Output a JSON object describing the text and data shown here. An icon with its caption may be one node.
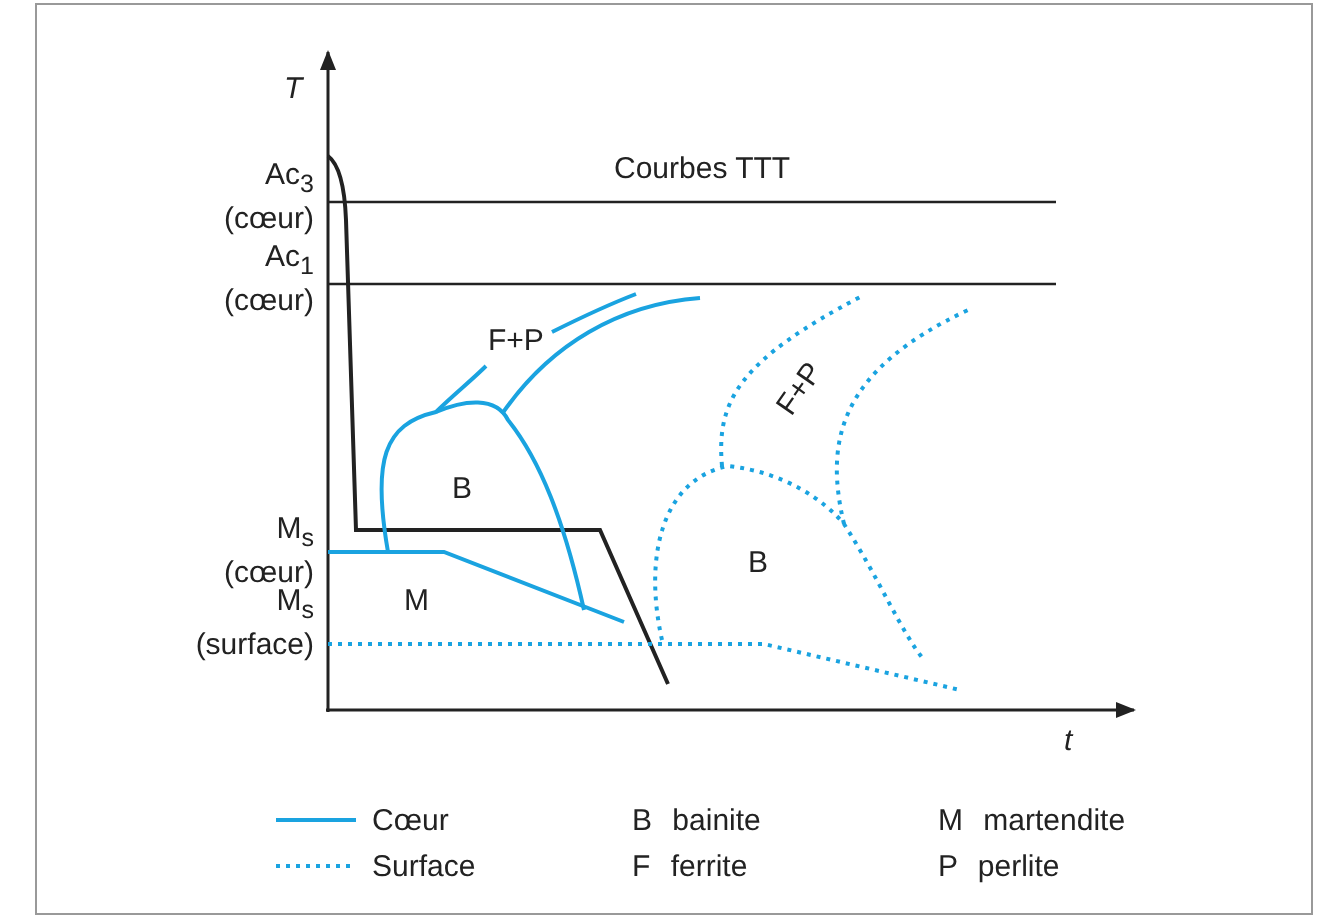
{
  "diagram": {
    "labels": [
      "T",
      "Ac$_{3}$ (cœur)",
      "Courbes TTT",
      "Ac$_{1}$ (cœur)",
      "F+P",
      "F+P",
      "B",
      "M$_{s}$ (cœur)",
      "B",
      "M",
      "M$_{s}$ (surface)",
      "t",
      "B bainite",
      "M martendite",
      "F ferrite",
      "P perlite"
    ],
    "legend": [
      {
        "text": "Cœur"
      },
      {
        "text": "Surface"
      }
    ]
  }
}
